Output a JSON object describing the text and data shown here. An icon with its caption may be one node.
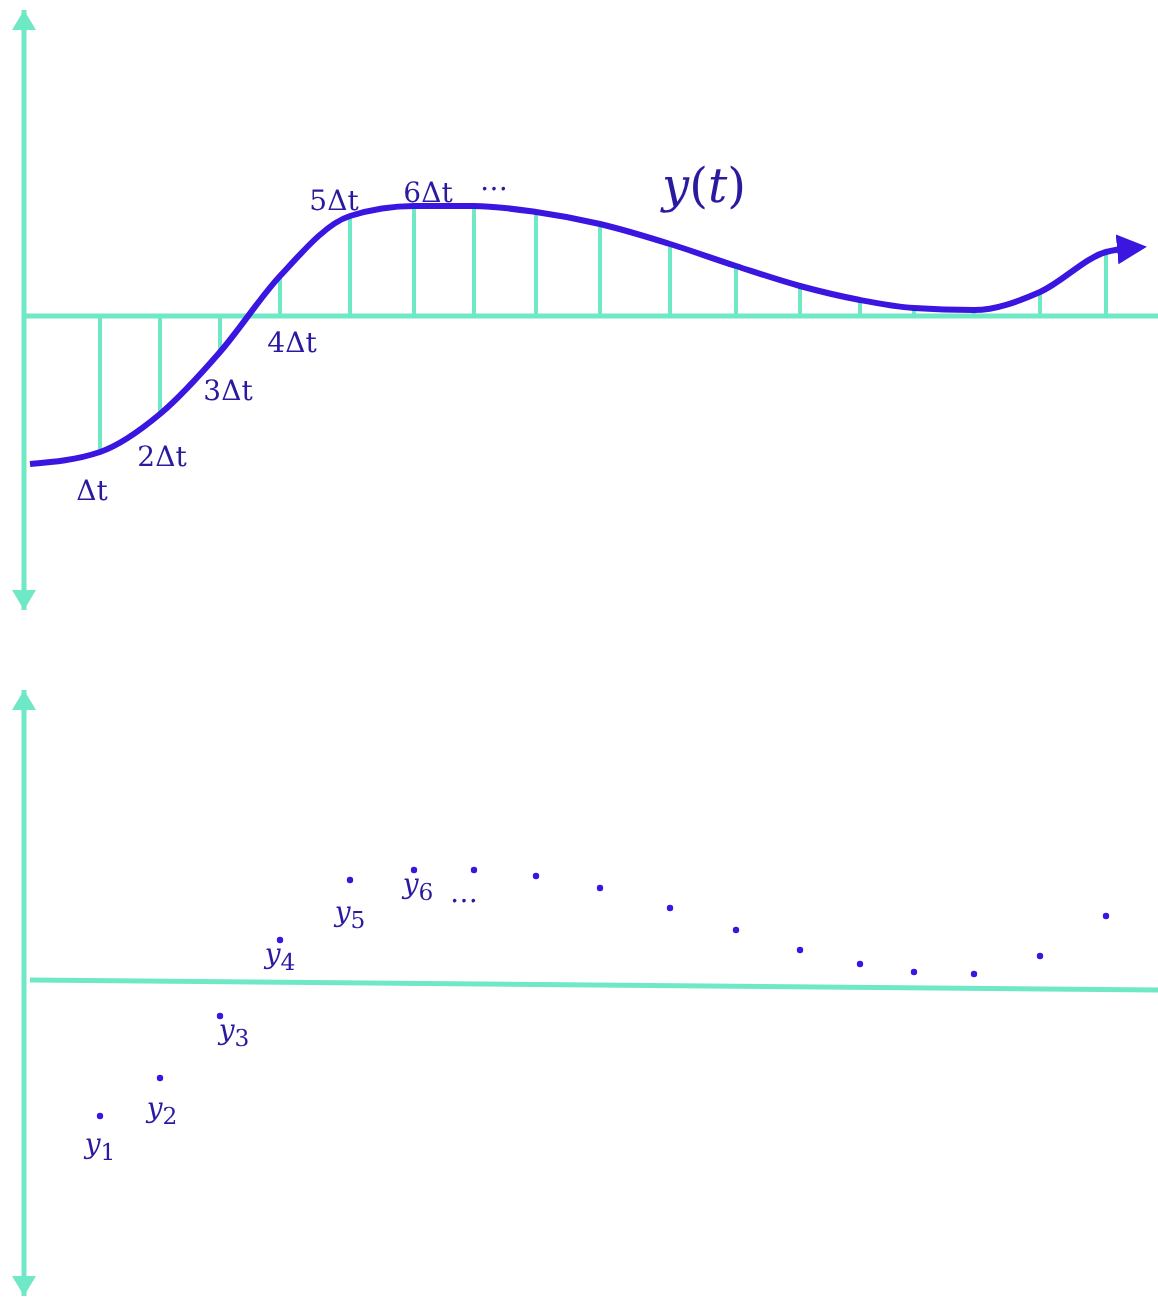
{
  "diagram": {
    "labels": [
      "5Δt",
      "6Δt",
      "…",
      "*y*(*t*)",
      "4Δt",
      "3Δt",
      "2Δt",
      "Δt",
      "*y*$_{6}$",
      "…",
      "*y*$_{5}$",
      "*y*$_{4}$",
      "*y*$_{3}$",
      "*y*$_{2}$",
      "*y*$_{1}$"
    ]
  }
}
